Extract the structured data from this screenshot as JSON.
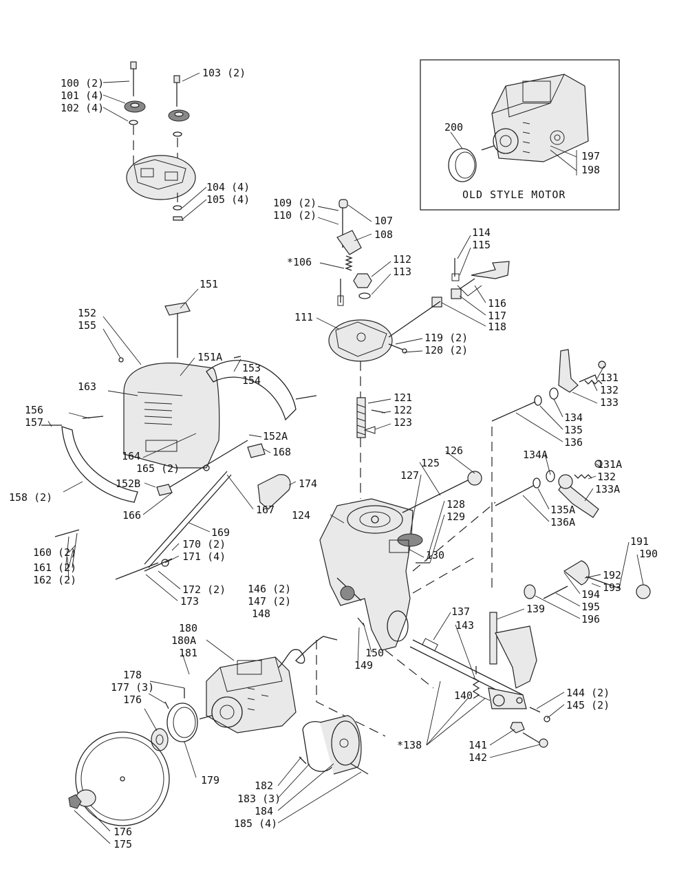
{
  "inset_box": {
    "title": "OLD STYLE MOTOR"
  },
  "labels": [
    {
      "id": "l100",
      "text": "100 (2)"
    },
    {
      "id": "l101",
      "text": "101 (4)"
    },
    {
      "id": "l102",
      "text": "102 (4)"
    },
    {
      "id": "l103",
      "text": "103 (2)"
    },
    {
      "id": "l104",
      "text": "104 (4)"
    },
    {
      "id": "l105",
      "text": "105 (4)"
    },
    {
      "id": "l200",
      "text": "200"
    },
    {
      "id": "l197",
      "text": "197"
    },
    {
      "id": "l198",
      "text": "198"
    },
    {
      "id": "l109",
      "text": "109 (2)"
    },
    {
      "id": "l110",
      "text": "110 (2)"
    },
    {
      "id": "l107",
      "text": "107"
    },
    {
      "id": "l108",
      "text": "108"
    },
    {
      "id": "l106",
      "text": "*106"
    },
    {
      "id": "l112",
      "text": "112"
    },
    {
      "id": "l113",
      "text": "113"
    },
    {
      "id": "l114",
      "text": "114"
    },
    {
      "id": "l115",
      "text": "115"
    },
    {
      "id": "l116",
      "text": "116"
    },
    {
      "id": "l117",
      "text": "117"
    },
    {
      "id": "l118",
      "text": "118"
    },
    {
      "id": "l111",
      "text": "111"
    },
    {
      "id": "l119",
      "text": "119 (2)"
    },
    {
      "id": "l120",
      "text": "120 (2)"
    },
    {
      "id": "l151",
      "text": "151"
    },
    {
      "id": "l152",
      "text": "152"
    },
    {
      "id": "l155",
      "text": "155"
    },
    {
      "id": "l151A",
      "text": "151A"
    },
    {
      "id": "l153",
      "text": "153"
    },
    {
      "id": "l154",
      "text": "154"
    },
    {
      "id": "l163",
      "text": "163"
    },
    {
      "id": "l121",
      "text": "121"
    },
    {
      "id": "l122",
      "text": "122"
    },
    {
      "id": "l123",
      "text": "123"
    },
    {
      "id": "l131",
      "text": "131"
    },
    {
      "id": "l132a",
      "text": "132"
    },
    {
      "id": "l133",
      "text": "133"
    },
    {
      "id": "l134",
      "text": "134"
    },
    {
      "id": "l135",
      "text": "135"
    },
    {
      "id": "l136",
      "text": "136"
    },
    {
      "id": "l156",
      "text": "156"
    },
    {
      "id": "l157",
      "text": "157"
    },
    {
      "id": "l152A",
      "text": "152A"
    },
    {
      "id": "l168",
      "text": "168"
    },
    {
      "id": "l164",
      "text": "164"
    },
    {
      "id": "l165",
      "text": "165 (2)"
    },
    {
      "id": "l174",
      "text": "174"
    },
    {
      "id": "l134A",
      "text": "134A"
    },
    {
      "id": "l131A",
      "text": "131A"
    },
    {
      "id": "l132b",
      "text": "132"
    },
    {
      "id": "l133A",
      "text": "133A"
    },
    {
      "id": "l126",
      "text": "126"
    },
    {
      "id": "l125",
      "text": "125"
    },
    {
      "id": "l127",
      "text": "127"
    },
    {
      "id": "l158",
      "text": "158 (2)"
    },
    {
      "id": "l152B",
      "text": "152B"
    },
    {
      "id": "l166",
      "text": "166"
    },
    {
      "id": "l167",
      "text": "167"
    },
    {
      "id": "l128",
      "text": "128"
    },
    {
      "id": "l129",
      "text": "129"
    },
    {
      "id": "l124",
      "text": "124"
    },
    {
      "id": "l135A",
      "text": "135A"
    },
    {
      "id": "l136A",
      "text": "136A"
    },
    {
      "id": "l169",
      "text": "169"
    },
    {
      "id": "l170",
      "text": "170 (2)"
    },
    {
      "id": "l171",
      "text": "171 (4)"
    },
    {
      "id": "l130",
      "text": "130"
    },
    {
      "id": "l191",
      "text": "191"
    },
    {
      "id": "l190",
      "text": "190"
    },
    {
      "id": "l160",
      "text": "160 (2)"
    },
    {
      "id": "l161",
      "text": "161 (2)"
    },
    {
      "id": "l162",
      "text": "162 (2)"
    },
    {
      "id": "l172",
      "text": "172 (2)"
    },
    {
      "id": "l173",
      "text": "173"
    },
    {
      "id": "l192",
      "text": "192"
    },
    {
      "id": "l193",
      "text": "193"
    },
    {
      "id": "l194",
      "text": "194"
    },
    {
      "id": "l195",
      "text": "195"
    },
    {
      "id": "l196",
      "text": "196"
    },
    {
      "id": "l146",
      "text": "146 (2)"
    },
    {
      "id": "l147",
      "text": "147 (2)"
    },
    {
      "id": "l148",
      "text": "148"
    },
    {
      "id": "l137",
      "text": "137"
    },
    {
      "id": "l143",
      "text": "143"
    },
    {
      "id": "l139",
      "text": "139"
    },
    {
      "id": "l180",
      "text": "180"
    },
    {
      "id": "l180A",
      "text": "180A"
    },
    {
      "id": "l181",
      "text": "181"
    },
    {
      "id": "l150",
      "text": "150"
    },
    {
      "id": "l149",
      "text": "149"
    },
    {
      "id": "l178",
      "text": "178"
    },
    {
      "id": "l177",
      "text": "177 (3)"
    },
    {
      "id": "l176a",
      "text": "176"
    },
    {
      "id": "l140",
      "text": "140"
    },
    {
      "id": "l144",
      "text": "144 (2)"
    },
    {
      "id": "l145",
      "text": "145 (2)"
    },
    {
      "id": "l179",
      "text": "179"
    },
    {
      "id": "l141",
      "text": "141"
    },
    {
      "id": "l142",
      "text": "142"
    },
    {
      "id": "l138",
      "text": "*138"
    },
    {
      "id": "l182",
      "text": "182"
    },
    {
      "id": "l183",
      "text": "183 (3)"
    },
    {
      "id": "l184",
      "text": "184"
    },
    {
      "id": "l185",
      "text": "185 (4)"
    },
    {
      "id": "l176b",
      "text": "176"
    },
    {
      "id": "l175",
      "text": "175"
    }
  ]
}
